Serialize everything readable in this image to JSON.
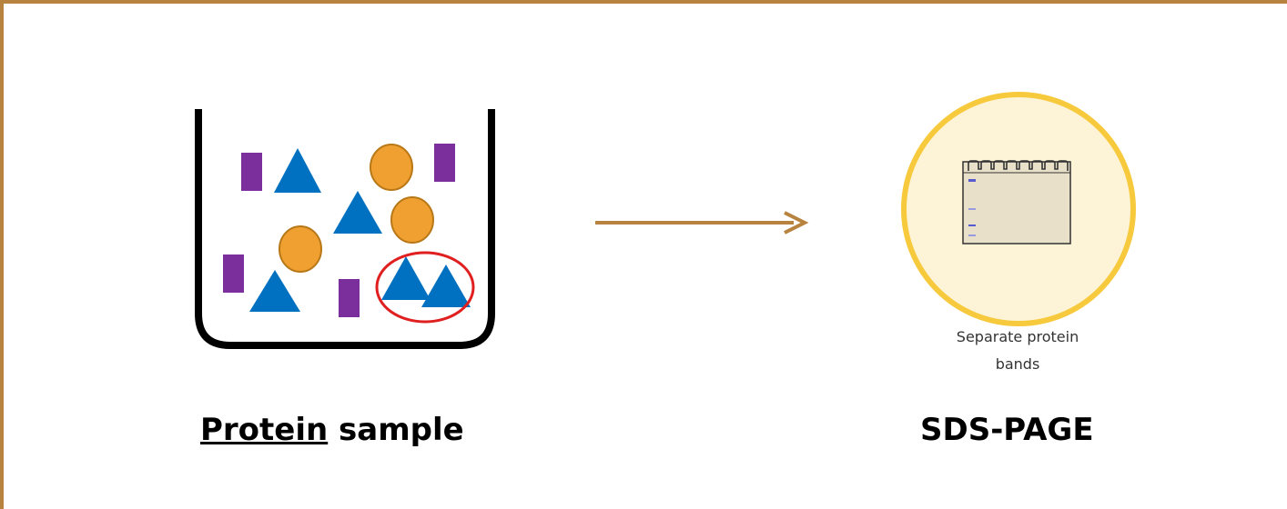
{
  "left_label": {
    "underlined_word": "Protein",
    "rest": " sample"
  },
  "right_label": {
    "text": "SDS-PAGE"
  },
  "icon_caption": {
    "line1": "Separate protein",
    "line2": "bands"
  },
  "colors": {
    "frame": "#b8823f",
    "rectangle_protein": "#7b2f9d",
    "triangle_protein": "#0070c0",
    "circle_protein": "#f0a030",
    "highlight_ring": "#e02020",
    "arrow": "#b8823f",
    "icon_ring": "#f7c93c",
    "icon_fill": "#fdf3d6",
    "gel_body": "#e8e0c8",
    "gel_band": "#5a5ad0"
  },
  "icons": [
    "beaker-container-icon",
    "arrow-right-icon",
    "gel-electrophoresis-icon"
  ]
}
